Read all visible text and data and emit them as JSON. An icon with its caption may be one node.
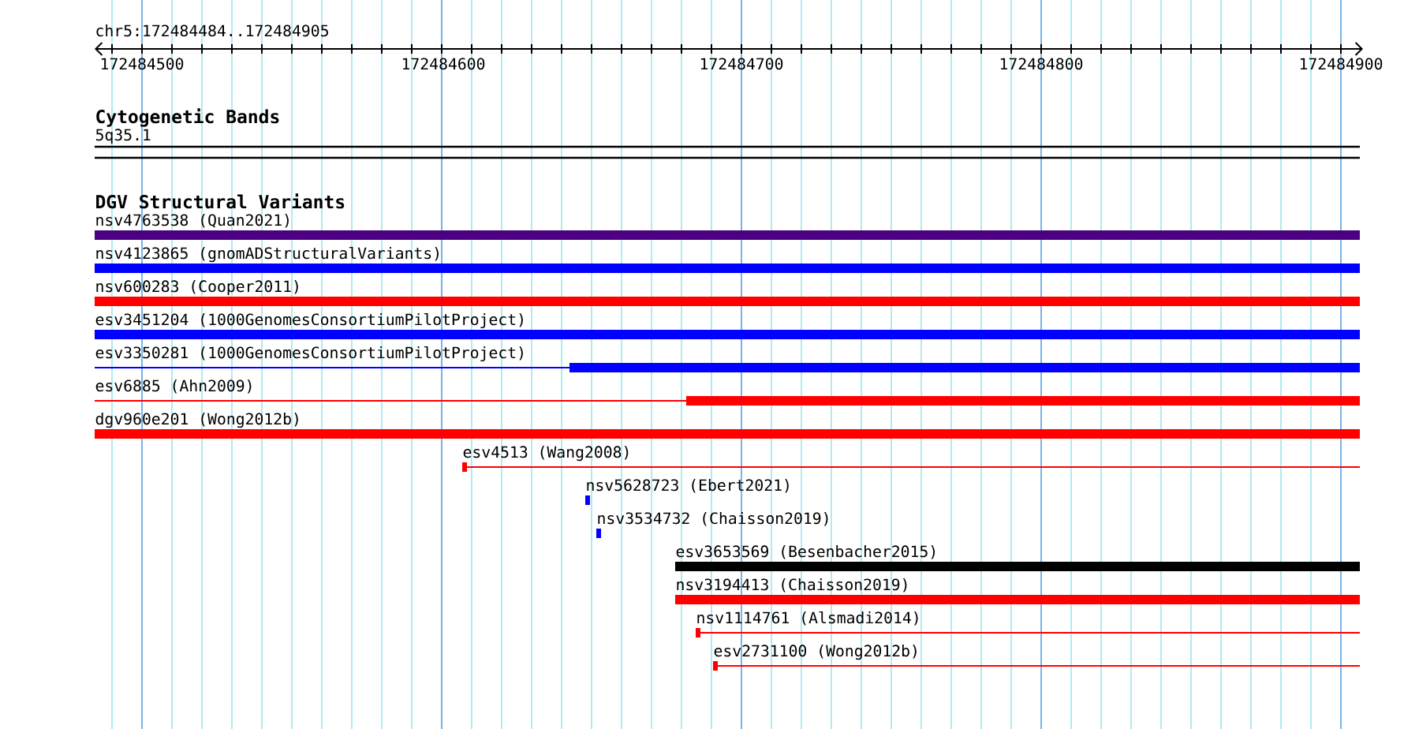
{
  "diagram": {
    "title": "chr5:172484484..172484905",
    "nodes": [
      {
        "text": [
          "5q35.1"
        ]
      },
      {
        "text": [
          "nsv4763538 (Quan2021)"
        ]
      },
      {
        "text": [
          "nsv4123865 (gnomADStructuralVariants)"
        ]
      },
      {
        "text": [
          "nsv600283 (Cooper2011)"
        ]
      },
      {
        "text": [
          "esv3451204 (1000GenomesConsortiumPilotProject)"
        ]
      },
      {
        "text": [
          "esv3350281 (1000GenomesConsortiumPilotProject)"
        ]
      },
      {
        "text": [
          "esv6885 (Ahn2009)"
        ]
      },
      {
        "text": [
          "dgv960e201 (Wong2012b)"
        ]
      },
      {
        "text": [
          "esv4513 (Wang2008)"
        ]
      },
      {
        "text": [
          "nsv5628723 (Ebert2021)"
        ]
      },
      {
        "text": [
          "nsv3534732 (Chaisson2019)"
        ]
      },
      {
        "text": [
          "esv3653569 (Besenbacher2015)"
        ]
      },
      {
        "text": [
          "nsv3194413 (Chaisson2019)"
        ]
      },
      {
        "text": [
          "nsv1114761 (Alsmadi2014)"
        ]
      },
      {
        "text": [
          "esv2731100 (Wong2012b)"
        ]
      }
    ],
    "labels": [
      "172484500",
      "172484600",
      "172484700",
      "172484800",
      "172484900",
      "Cytogenetic Bands",
      "DGV Structural Variants"
    ]
  }
}
